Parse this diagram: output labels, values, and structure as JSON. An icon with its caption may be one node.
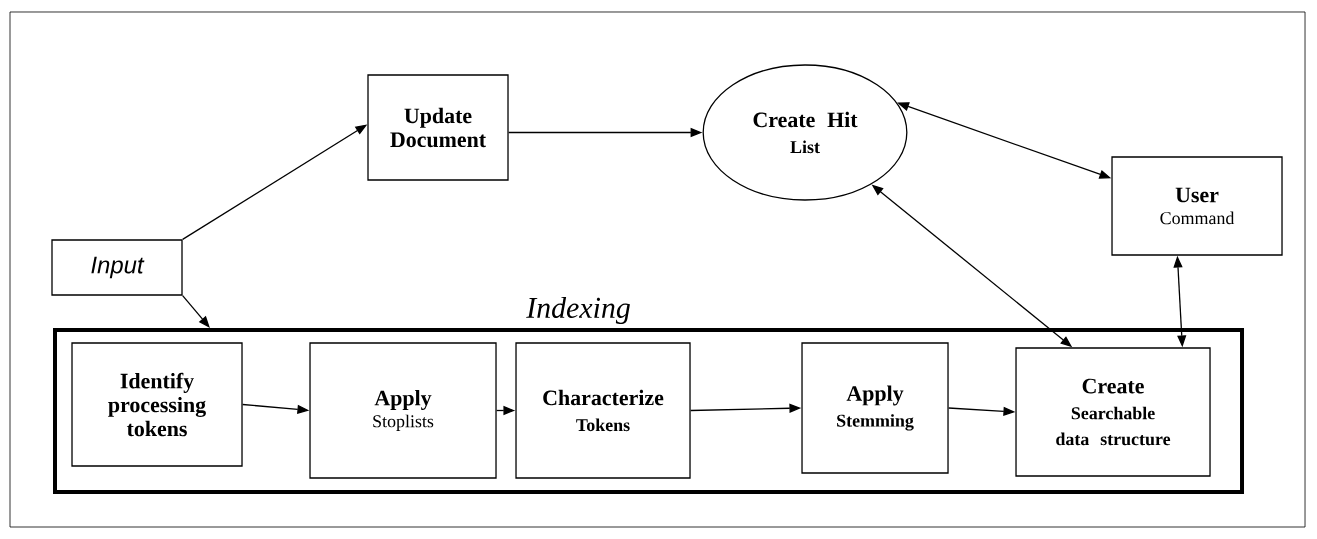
{
  "diagram": {
    "nodes": [
      {
        "text": [
          "Input"
        ]
      },
      {
        "text": [
          "Update Document"
        ]
      },
      {
        "text": [
          "Create Hit",
          "List"
        ]
      },
      {
        "text": [
          "User",
          "Command"
        ]
      },
      {
        "text": [
          "Indexing"
        ]
      },
      {
        "text": [
          "Identify processing tokens"
        ],
        "in": 4
      },
      {
        "text": [
          "Apply",
          "Stoplists"
        ],
        "in": 4
      },
      {
        "text": [
          "Characterize",
          "Tokens"
        ],
        "in": 4
      },
      {
        "text": [
          "Apply",
          "Stemming"
        ],
        "in": 4
      },
      {
        "text": [
          "Create",
          "Searchable data structure"
        ],
        "in": 4
      }
    ],
    "edges": [
      {
        "from": 0,
        "to": 1,
        "arrow": "to"
      },
      {
        "from": 0,
        "to": 4,
        "arrow": "to"
      },
      {
        "from": 1,
        "to": 2,
        "arrow": "to"
      },
      {
        "from": 2,
        "to": 3,
        "arrow": "both"
      },
      {
        "from": 2,
        "to": 9,
        "arrow": "both"
      },
      {
        "from": 3,
        "to": 9,
        "arrow": "both"
      },
      {
        "from": 5,
        "to": 6,
        "arrow": "to"
      },
      {
        "from": 6,
        "to": 7,
        "arrow": "to"
      },
      {
        "from": 7,
        "to": 8,
        "arrow": "to"
      },
      {
        "from": 8,
        "to": 9,
        "arrow": "to"
      }
    ]
  }
}
